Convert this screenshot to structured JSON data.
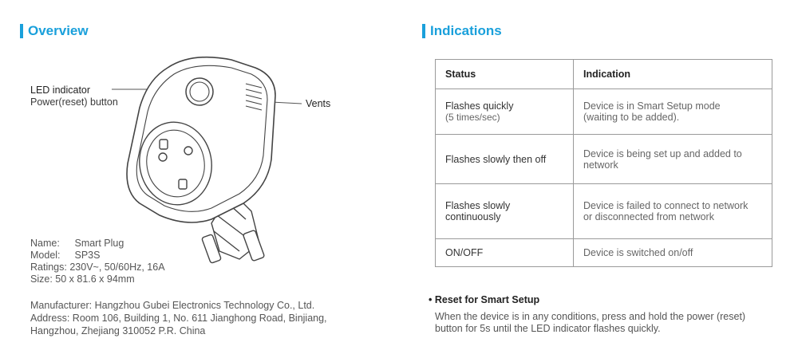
{
  "overview": {
    "heading": "Overview",
    "led_label": "LED indicator",
    "power_label": "Power(reset) button",
    "vents_label": "Vents",
    "specs": [
      {
        "key": "Name:",
        "value": "Smart Plug"
      },
      {
        "key": "Model:",
        "value": "SP3S"
      },
      {
        "key": "Ratings:",
        "value": "230V~, 50/60Hz, 16A"
      },
      {
        "key": "Size:",
        "value": "50 x 81.6 x 94mm"
      }
    ],
    "manufacturer_lines": [
      "Manufacturer: Hangzhou Gubei Electronics Technology Co., Ltd.",
      "Address: Room 106, Building 1, No. 611 Jianghong Road, Binjiang,",
      "Hangzhou, Zhejiang 310052 P.R. China"
    ]
  },
  "indications": {
    "heading": "Indications",
    "columns": [
      "Status",
      "Indication"
    ],
    "rows": [
      {
        "status": "Flashes quickly",
        "status_note": "(5 times/sec)",
        "indication_1": "Device is in Smart Setup mode",
        "indication_2": "(waiting to be added)."
      },
      {
        "status": "Flashes slowly then off",
        "status_note": "",
        "indication_1": "Device is being set up and added to",
        "indication_2": "network"
      },
      {
        "status": "Flashes slowly",
        "status_note": "continuously",
        "indication_1": "Device is failed to connect to network",
        "indication_2": "or disconnected from network"
      },
      {
        "status": "ON/OFF",
        "status_note": "",
        "indication_1": "Device is switched on/off",
        "indication_2": ""
      }
    ],
    "reset_title": "Reset for Smart Setup",
    "reset_body_1": "When the device is in any conditions, press and hold the power (reset)",
    "reset_body_2": "button for 5s until the LED indicator flashes quickly."
  }
}
